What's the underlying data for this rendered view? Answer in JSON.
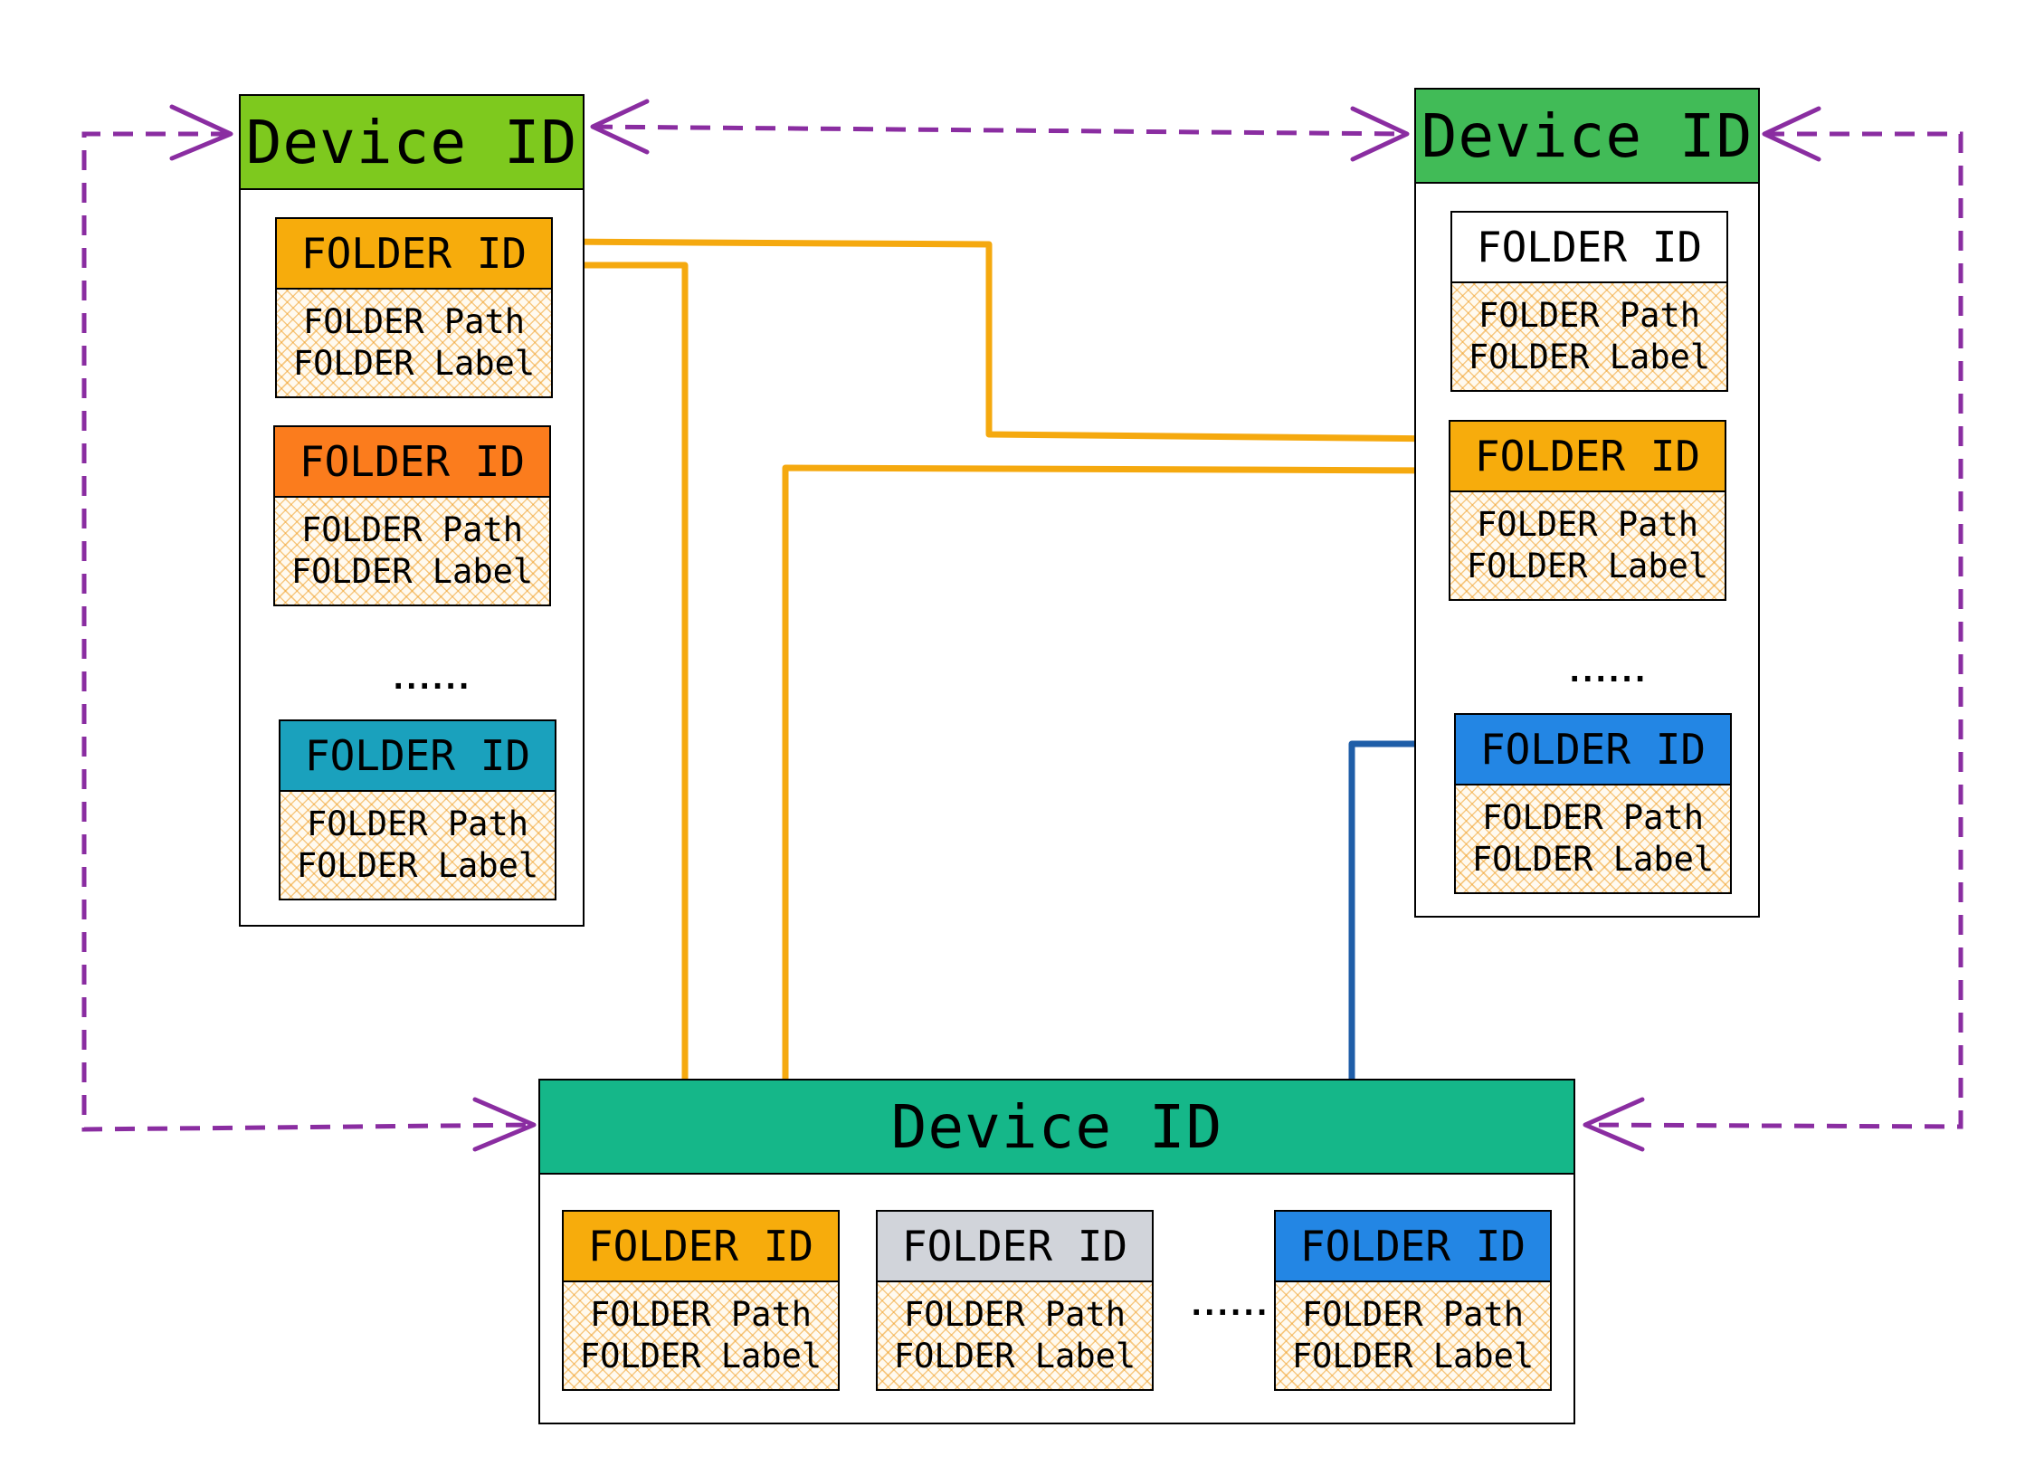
{
  "colors": {
    "link_orange": "#f5a90f",
    "link_blue": "#1f5ea8",
    "dashed_purple": "#8a2da1"
  },
  "devices": [
    {
      "id": "device-left",
      "header": "Device ID",
      "header_color": "#7ec91e",
      "folders": [
        {
          "id": "FOLDER ID",
          "path": "FOLDER Path",
          "label": "FOLDER Label",
          "color": "#f7ac0c"
        },
        {
          "id": "FOLDER ID",
          "path": "FOLDER Path",
          "label": "FOLDER Label",
          "color": "#fb7c1d"
        },
        {
          "id": "FOLDER ID",
          "path": "FOLDER Path",
          "label": "FOLDER Label",
          "color": "#1aa1bd"
        }
      ],
      "ellipsis": "......"
    },
    {
      "id": "device-right",
      "header": "Device ID",
      "header_color": "#41bb57",
      "folders": [
        {
          "id": "FOLDER ID",
          "path": "FOLDER Path",
          "label": "FOLDER Label",
          "color": "#ffffff"
        },
        {
          "id": "FOLDER ID",
          "path": "FOLDER Path",
          "label": "FOLDER Label",
          "color": "#f7ac0c"
        },
        {
          "id": "FOLDER ID",
          "path": "FOLDER Path",
          "label": "FOLDER Label",
          "color": "#2386e4"
        }
      ],
      "ellipsis": "......"
    },
    {
      "id": "device-bottom",
      "header": "Device ID",
      "header_color": "#15b789",
      "folders": [
        {
          "id": "FOLDER ID",
          "path": "FOLDER Path",
          "label": "FOLDER Label",
          "color": "#f7ac0c"
        },
        {
          "id": "FOLDER ID",
          "path": "FOLDER Path",
          "label": "FOLDER Label",
          "color": "#d1d4da"
        },
        {
          "id": "FOLDER ID",
          "path": "FOLDER Path",
          "label": "FOLDER Label",
          "color": "#2386e4"
        }
      ],
      "ellipsis": "......"
    }
  ]
}
